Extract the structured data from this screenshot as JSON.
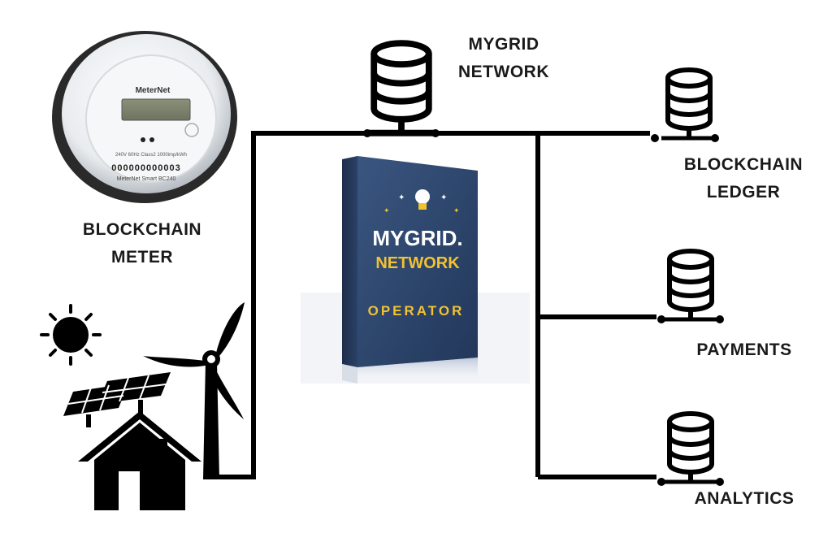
{
  "labels": {
    "network_line1": "MYGRID",
    "network_line2": "NETWORK",
    "meter_line1": "BLOCKCHAIN",
    "meter_line2": "METER",
    "ledger_line1": "BLOCKCHAIN",
    "ledger_line2": "LEDGER",
    "payments": "PAYMENTS",
    "analytics": "ANALYTICS"
  },
  "meter": {
    "brand": "MeterNet",
    "spec_line": "240V 60Hz Class2 1000imp/kWh",
    "serial": "000000000003",
    "model": "MeterNet Smart BC240"
  },
  "product_box": {
    "line1": "MYGRID.",
    "line2": "NETWORK",
    "line3": "OPERATOR"
  },
  "colors": {
    "box_face": "#2c4266",
    "box_accent": "#f2c230",
    "line": "#000000"
  },
  "icons": [
    "database-icon",
    "sun-icon",
    "wind-turbine-icon",
    "solar-panel-icon",
    "house-icon",
    "smart-meter-image",
    "lightbulb-icon"
  ]
}
